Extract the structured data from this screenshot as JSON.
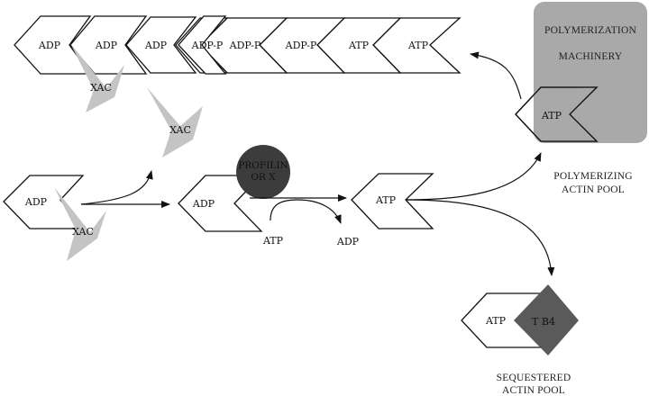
{
  "filament": {
    "subunits": [
      {
        "label": "ADP"
      },
      {
        "label": "ADP"
      },
      {
        "label": "ADP"
      },
      {
        "label": "ADP-P"
      },
      {
        "label": "ADP-P"
      },
      {
        "label": "ADP-P"
      },
      {
        "label": "ATP"
      },
      {
        "label": "ATP"
      }
    ]
  },
  "machinery": {
    "title_line1": "POLYMERIZATION",
    "title_line2": "MACHINERY",
    "monomer_label": "ATP",
    "fill_color": "#a9a9a9"
  },
  "xac": {
    "filament_label": "XAC",
    "released_label": "XAC",
    "bound_label": "XAC",
    "color": "#c4c4c4"
  },
  "pathway": {
    "monomer_adp_xac_label": "ADP",
    "monomer_adp_profilin_label": "ADP",
    "profilin_label_line1": "PROFILIN",
    "profilin_label_line2": "OR X",
    "profilin_color": "#3c3c3c",
    "exchange_in_label": "ATP",
    "exchange_out_label": "ADP",
    "monomer_atp_label": "ATP"
  },
  "pools": {
    "polymerizing_line1": "POLYMERIZING",
    "polymerizing_line2": "ACTIN POOL",
    "sequestered_line1": "SEQUESTERED",
    "sequestered_line2": "ACTIN POOL",
    "sequestered_monomer_label": "ATP",
    "tb4_label": "T B4",
    "tb4_color": "#5a5a5a"
  }
}
